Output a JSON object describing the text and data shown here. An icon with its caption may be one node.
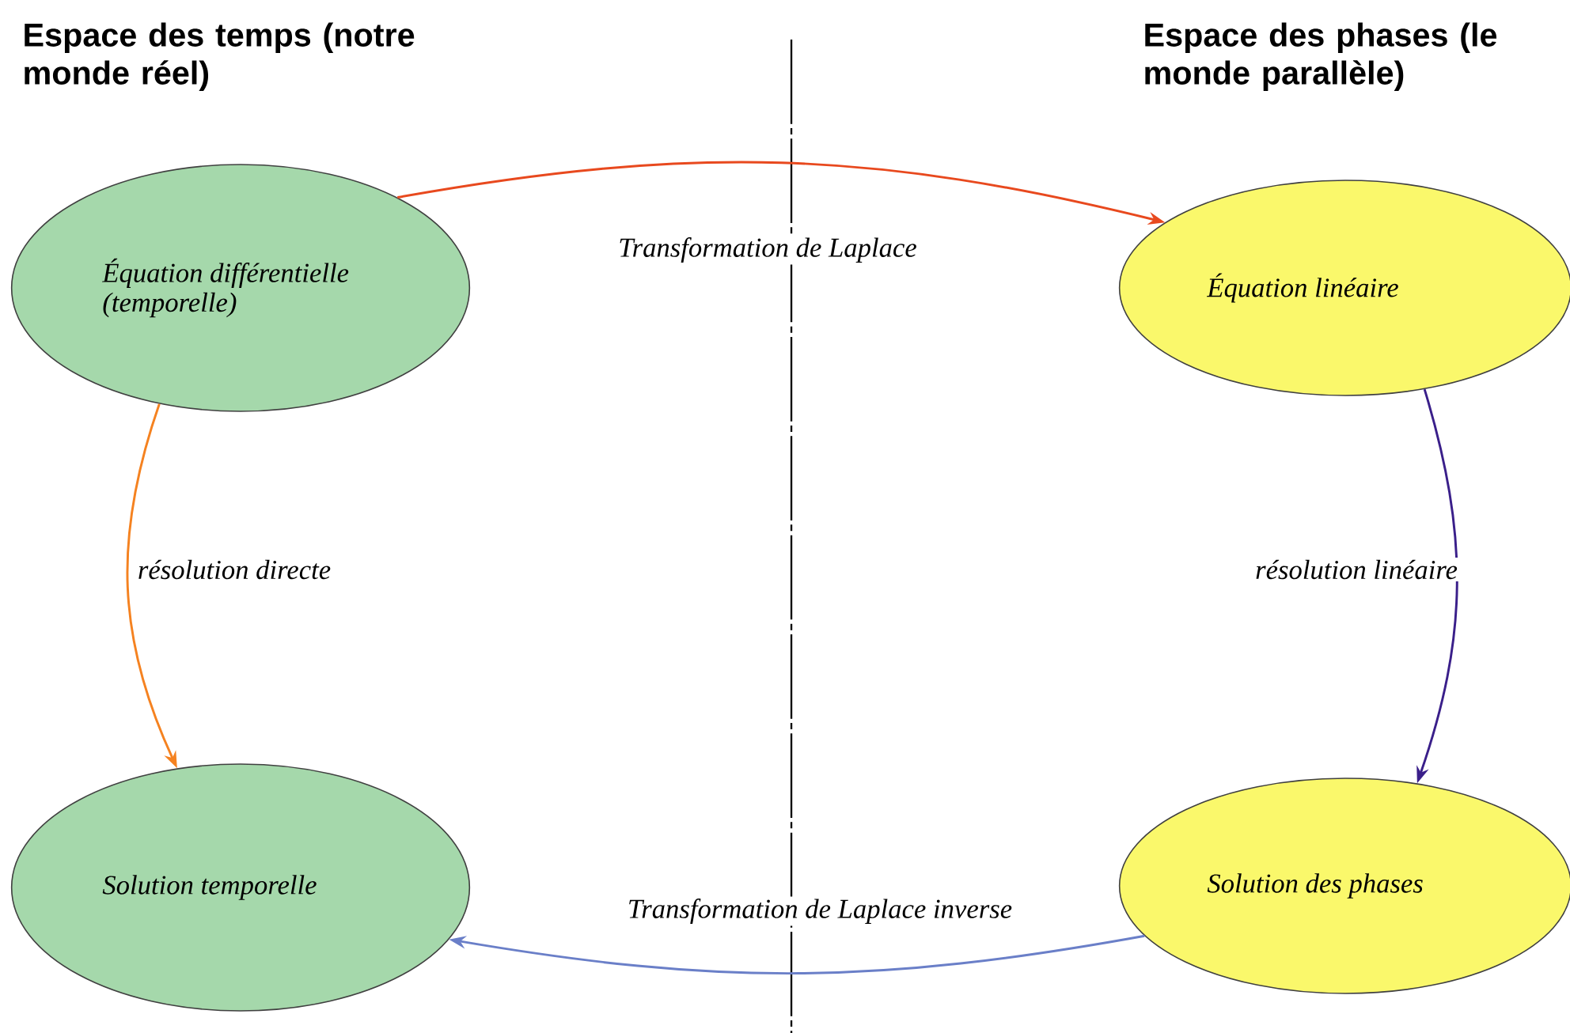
{
  "diagram": {
    "nodes": [
      {
        "text": [
          "Équation différentielle (temporelle)"
        ]
      },
      {
        "text": [
          "Équation linéaire"
        ]
      },
      {
        "text": [
          "Solution temporelle"
        ]
      },
      {
        "text": [
          "Solution des phases"
        ]
      }
    ],
    "edges": [
      {
        "from": 0,
        "to": 1,
        "arrow": "to",
        "label": "Transformation de Laplace",
        "color": "#e8491e"
      },
      {
        "from": 0,
        "to": 2,
        "arrow": "to",
        "label": "résolution directe",
        "color": "#f58220"
      },
      {
        "from": 1,
        "to": 3,
        "arrow": "to",
        "label": "résolution linéaire",
        "color": "#3a1f8a"
      },
      {
        "from": 3,
        "to": 2,
        "arrow": "to",
        "label": "Transformation de Laplace inverse",
        "color": "#6a7fc8"
      }
    ],
    "labels": [
      "Espace des temps (notre monde réel)",
      "Espace des phases (le monde parallèle)"
    ]
  }
}
